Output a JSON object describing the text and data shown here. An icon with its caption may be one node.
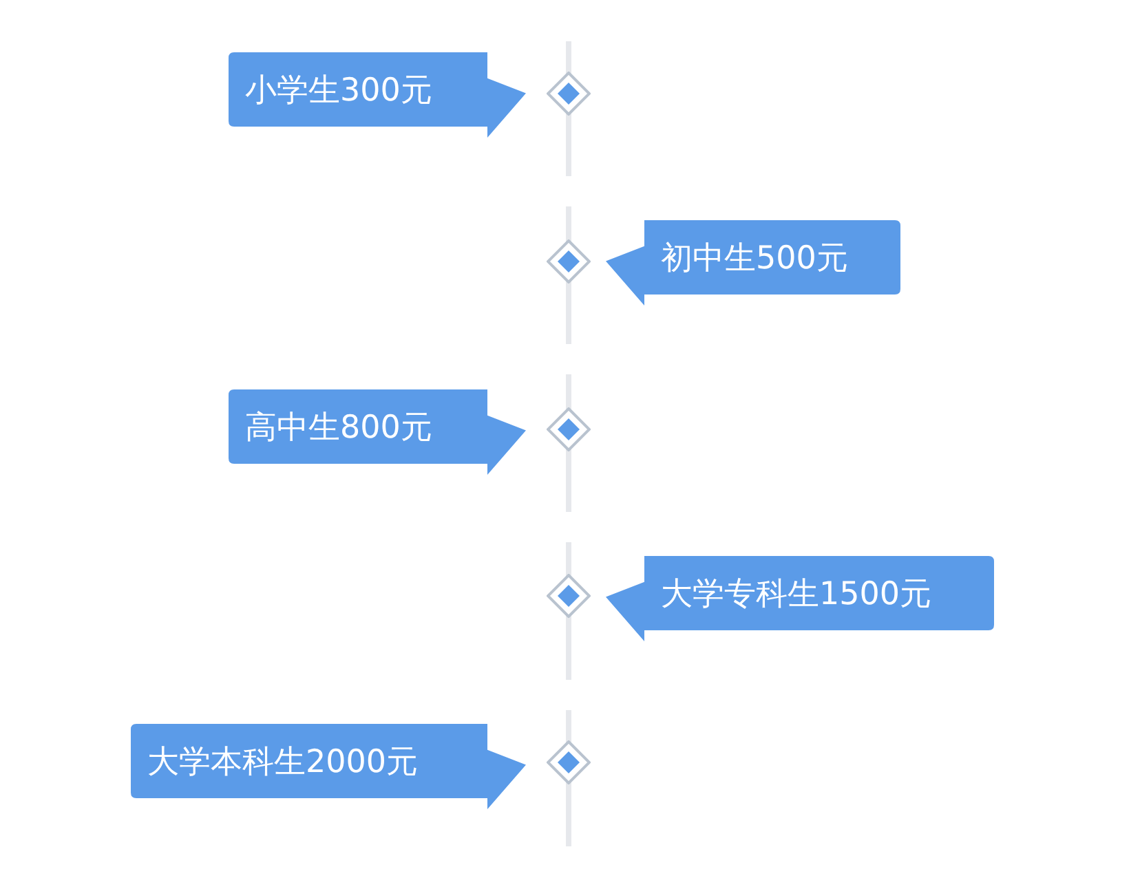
{
  "diagram": {
    "nodes": [
      {
        "text": [
          "小学生300元"
        ]
      },
      {
        "text": [],
        "shape": "diamond"
      },
      {
        "text": [],
        "shape": "diamond"
      },
      {
        "text": [
          "初中生500元"
        ]
      },
      {
        "text": [
          "高中生800元"
        ]
      },
      {
        "text": [],
        "shape": "diamond"
      },
      {
        "text": [],
        "shape": "diamond"
      },
      {
        "text": [
          "大学专科生1500元"
        ]
      },
      {
        "text": [
          "大学本科生2000元"
        ]
      },
      {
        "text": [],
        "shape": "diamond"
      }
    ]
  }
}
